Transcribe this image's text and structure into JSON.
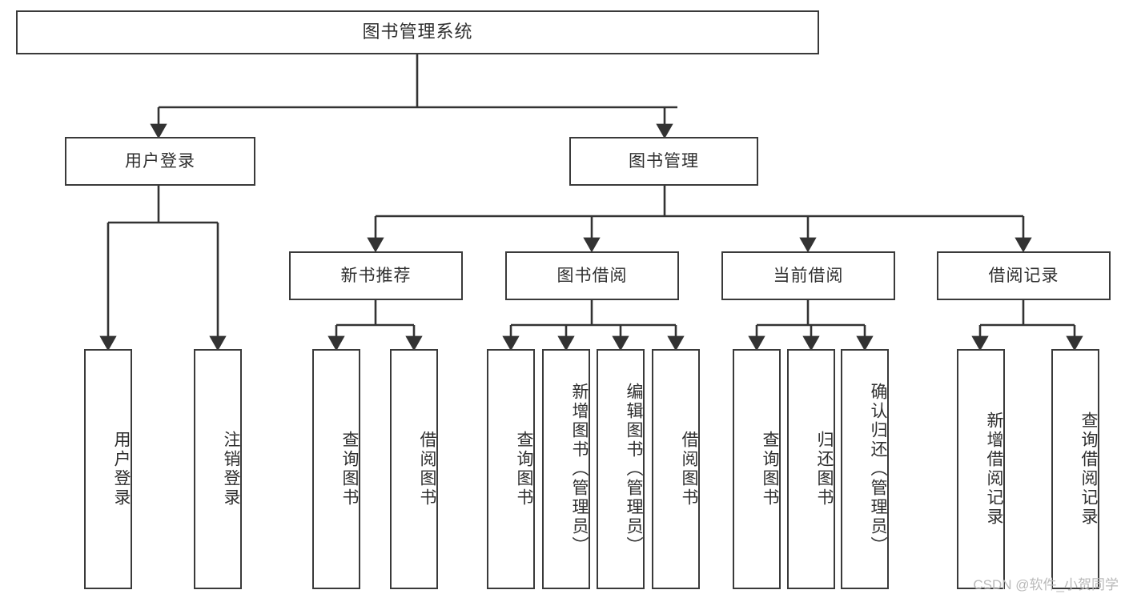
{
  "diagram": {
    "title": "图书管理系统",
    "type": "hierarchy-tree",
    "watermark": "CSDN @软件_小贺同学",
    "colors": {
      "box_border": "#3a3a3a",
      "box_fill": "#ffffff",
      "edge": "#333333",
      "text": "#2f2f2f",
      "watermark": "#b9b9b9",
      "background": "#ffffff"
    },
    "nodes": {
      "root": {
        "label": "图书管理系统",
        "level": 0
      },
      "level1": [
        {
          "id": "user-login",
          "label": "用户登录"
        },
        {
          "id": "book-manage",
          "label": "图书管理"
        }
      ],
      "level2": [
        {
          "id": "new-book-recommend",
          "label": "新书推荐",
          "parent": "book-manage"
        },
        {
          "id": "book-borrow",
          "label": "图书借阅",
          "parent": "book-manage"
        },
        {
          "id": "current-borrow",
          "label": "当前借阅",
          "parent": "book-manage"
        },
        {
          "id": "borrow-record",
          "label": "借阅记录",
          "parent": "book-manage"
        }
      ],
      "leaves": [
        {
          "id": "leaf-user-login",
          "label": "用户登录",
          "parent": "user-login"
        },
        {
          "id": "leaf-logout-login",
          "label": "注销登录",
          "parent": "user-login"
        },
        {
          "id": "leaf-query-book-1",
          "label": "查询图书",
          "parent": "new-book-recommend"
        },
        {
          "id": "leaf-borrow-book-1",
          "label": "借阅图书",
          "parent": "new-book-recommend"
        },
        {
          "id": "leaf-query-book-2",
          "label": "查询图书",
          "parent": "book-borrow"
        },
        {
          "id": "leaf-add-book",
          "label": "新增图书（管理员）",
          "parent": "book-borrow"
        },
        {
          "id": "leaf-edit-book",
          "label": "编辑图书（管理员）",
          "parent": "book-borrow"
        },
        {
          "id": "leaf-borrow-book-2",
          "label": "借阅图书",
          "parent": "book-borrow"
        },
        {
          "id": "leaf-query-book-3",
          "label": "查询图书",
          "parent": "current-borrow"
        },
        {
          "id": "leaf-return-book",
          "label": "归还图书",
          "parent": "current-borrow"
        },
        {
          "id": "leaf-confirm-return",
          "label": "确认归还（管理员）",
          "parent": "current-borrow"
        },
        {
          "id": "leaf-add-record",
          "label": "新增借阅记录",
          "parent": "borrow-record"
        },
        {
          "id": "leaf-query-record",
          "label": "查询借阅记录",
          "parent": "borrow-record"
        }
      ]
    }
  }
}
